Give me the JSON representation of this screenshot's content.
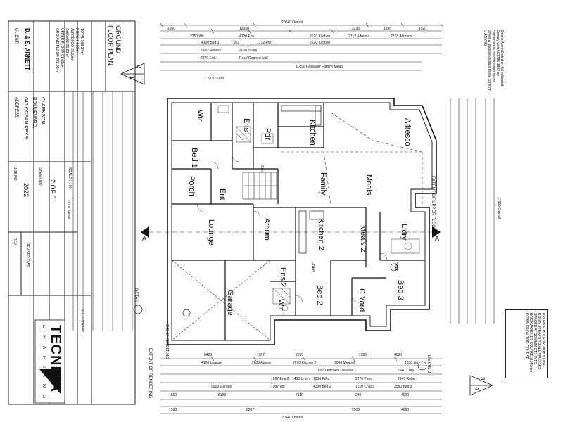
{
  "title_block": {
    "client_label": "CLIENT:",
    "client": "D. & S. ARNETT",
    "address_label": "ADDRESS:",
    "address_line1": "646 OCEAN KEYS",
    "address_line2": "BOULEVARD,",
    "address_line3": "CLARKSON.",
    "drawing_title_line1": "GROUND",
    "drawing_title_line2": "FLOOR PLAN",
    "job_no_label": "JOB NO.",
    "job_no": "2022",
    "sheet_no_label": "SHEET NO.",
    "sheet_no": "2 OF 8",
    "scale": "SCALE 1:100",
    "areas": [
      "GROUND FLOOR 222.90m²",
      "UPPER FLOOR 81.69m²",
      "GARAGE 35.83m²",
      "ALFRESCO 23.02m²",
      "PORCH 4.90m²",
      "TOTAL 368.34m²"
    ],
    "rev_label": "REV",
    "revision_desc": "REVISED DWG",
    "firm_name": "TECNICA",
    "firm_tagline": "D R A F T I N G",
    "copyright": "© COPYRIGHT"
  },
  "rooms": {
    "wir_top": "Wir",
    "ens": "Ens",
    "pdr": "Pdr",
    "kitchen": "Kitchen",
    "alfresco": "Alfresco",
    "bed1": "Bed 1",
    "family": "Family",
    "meals": "Meals",
    "porch": "Porch",
    "ent": "Ent",
    "lounge": "Lounge",
    "atrium": "Atrium",
    "kitchen2": "Kitchen 2",
    "meals2": "Meals 2",
    "lndry": "L'dry",
    "garage": "Garage",
    "wir_bottom": "Wir",
    "ens2": "Ens 2",
    "bed2": "Bed 2",
    "cyard": "C Yard",
    "bed3": "Bed 3",
    "stair": "Stair",
    "robe": "ROBE",
    "linen": "LINEN"
  },
  "dimensions": {
    "overall_top": "20040 Overall",
    "overall_bottom": "20340 Overall",
    "overall_left": "17000 Overall",
    "overall_right": "17650 Overall",
    "top_row1": [
      "1950",
      "12350",
      "2230",
      "1990",
      "1920"
    ],
    "top_row2": [
      "2750 Wir",
      "4120 Ens",
      "2620 Kitchen",
      "2712 Alfresco",
      "2718 Alfresco"
    ],
    "top_row3": [
      "4100 Bed 1",
      "957",
      "1732 Pdr",
      "2620 Kitchen"
    ],
    "top_row4": [
      "2100 Recess",
      "2000 Stairs"
    ],
    "top_row5": [
      "2870 Ent.",
      "Rec / Capped wall",
      "5710 Pass"
    ],
    "passage_meals": "11890 Passage/ Family/ Meals",
    "bottom_row1": [
      "6423",
      "1987",
      "2390",
      "1080",
      "4080"
    ],
    "bottom_row2": [
      "4100 Lounge",
      "2630 Atrium",
      "2970 Kitchen 2",
      "3000 Meals 2",
      "1630 Lin"
    ],
    "bottom_row3": [
      "6570 Kitchen 2/ Meals 2",
      "2940 L'dry"
    ],
    "bottom_row4": [
      "1967 Ens 2",
      "1400 Linen",
      "1500 FrFz",
      "2770 Pass",
      "2940 Robe"
    ],
    "bottom_row5": [
      "5963 Garage",
      "1987 Wir",
      "4300 Bed 2",
      "1610 C/yard",
      "3580 Bed 3"
    ],
    "bottom_row6": [
      "1560",
      "5193",
      "7110",
      "280",
      "4090"
    ],
    "bottom_row7": [
      "1590",
      "6387",
      "2500",
      "4080"
    ]
  },
  "annotations": {
    "section_a_left": "A",
    "section_a_right": "A",
    "detail1": "DETAIL 1",
    "detail2": "DETAIL 2",
    "ref_top": "2",
    "ref_top_sub": "1",
    "ref_bottom": "3",
    "ref_bottom_sub": "4",
    "extent_upper": "EXTENT OF UPPER FLOOR",
    "extent_rendering": "EXTENT OF RENDERING",
    "end_rendering": "END OF RENDERING",
    "hoop_note": "PROVIDE HOOP IRON HOLDING DOWN STRAPS TO ALL TRUSSES SPACED AT 1200MM CTS INTO BRICKWORK 1/3 COURSE (1350mm) DOWN FROM TOP COURSE",
    "smoke_note": "Smoke Alarm Detector. Sd indicated Comply with AS3786-1993 be connected to the consumer mains power & shall be located to the conform to AS3786."
  }
}
